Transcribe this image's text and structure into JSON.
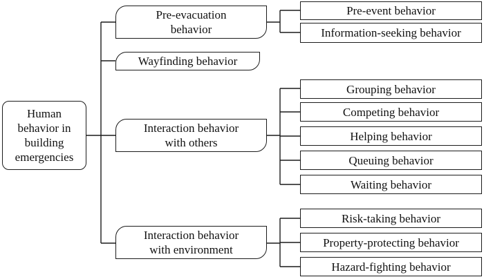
{
  "root": {
    "lines": [
      "Human",
      "behavior in",
      "building",
      "emergencies"
    ]
  },
  "level1": [
    {
      "lines": [
        "Pre-evacuation",
        "behavior"
      ]
    },
    {
      "lines": [
        "Wayfinding behavior"
      ]
    },
    {
      "lines": [
        "Interaction behavior",
        "with others"
      ]
    },
    {
      "lines": [
        "Interaction behavior",
        "with environment"
      ]
    }
  ],
  "leaves": {
    "pre_evacuation": [
      "Pre-event behavior",
      "Information-seeking behavior"
    ],
    "with_others": [
      "Grouping behavior",
      "Competing behavior",
      "Helping behavior",
      "Queuing behavior",
      "Waiting behavior"
    ],
    "with_environment": [
      "Risk-taking behavior",
      "Property-protecting behavior",
      "Hazard-fighting behavior"
    ]
  }
}
